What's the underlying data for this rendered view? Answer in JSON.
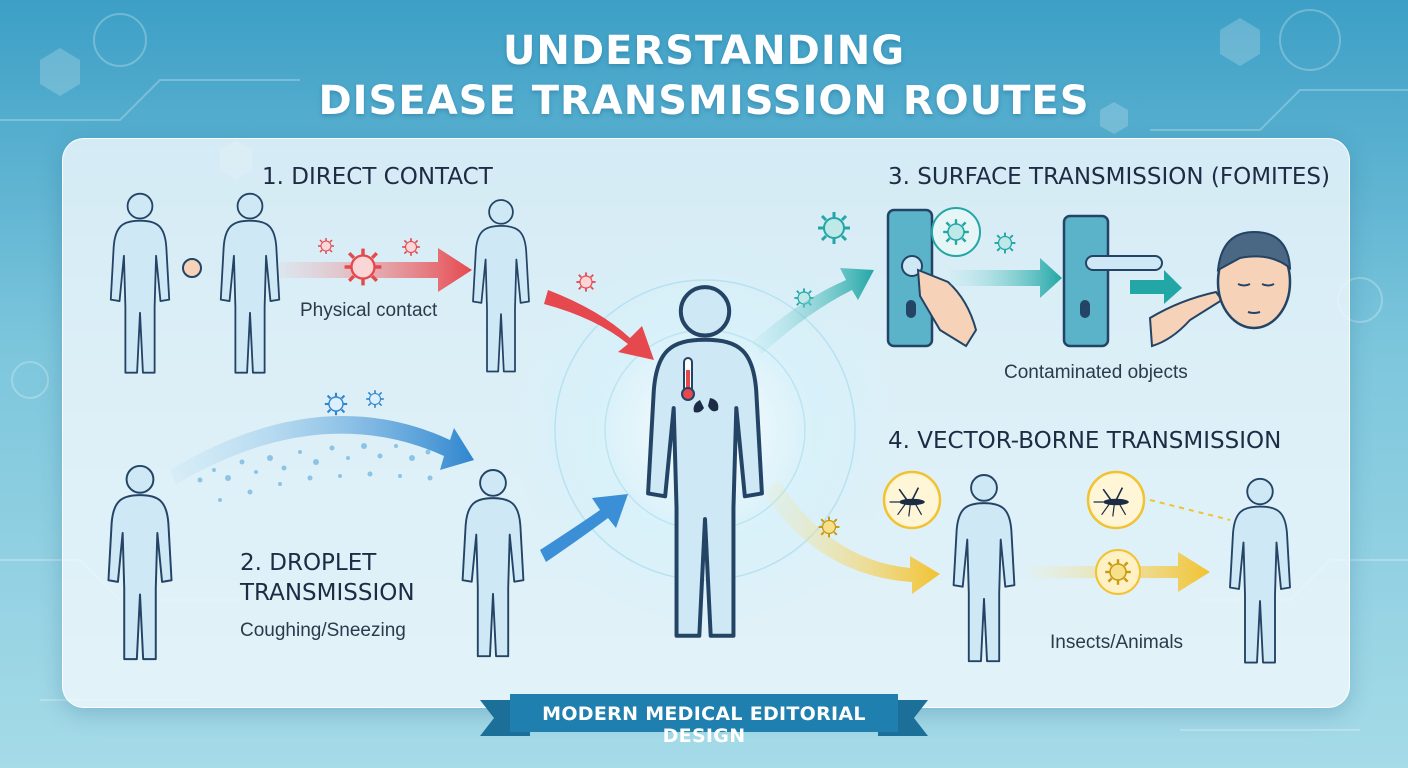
{
  "title": {
    "line1": "UNDERSTANDING",
    "line2": "DISEASE TRANSMISSION ROUTES"
  },
  "routes": [
    {
      "heading": "1. DIRECT CONTACT",
      "caption": "Physical contact"
    },
    {
      "heading_line1": "2. DROPLET",
      "heading_line2": "TRANSMISSION",
      "caption": "Coughing/Sneezing"
    },
    {
      "heading": "3. SURFACE TRANSMISSION (FOMITES)",
      "caption": "Contaminated objects"
    },
    {
      "heading": "4. VECTOR-BORNE TRANSMISSION",
      "caption": "Insects/Animals"
    }
  ],
  "footer": {
    "ribbon": "MODERN MEDICAL EDITORIAL DESIGN"
  },
  "colors": {
    "background_top": "#3fa3c9",
    "background_bottom": "#8fd0e0",
    "figure_fill": "#cfe8f6",
    "figure_stroke": "#244466",
    "direct_arrow": "#e5484d",
    "droplet_arrow": "#2f86cf",
    "surface_arrow": "#22a6a6",
    "vector_arrow": "#f2c230",
    "ribbon": "#1f7fae"
  },
  "icons": [
    "virus-icon",
    "handshake-icon",
    "thermometer-icon",
    "lungs-icon",
    "door-handle-icon",
    "hand-icon",
    "face-icon",
    "mosquito-icon"
  ]
}
